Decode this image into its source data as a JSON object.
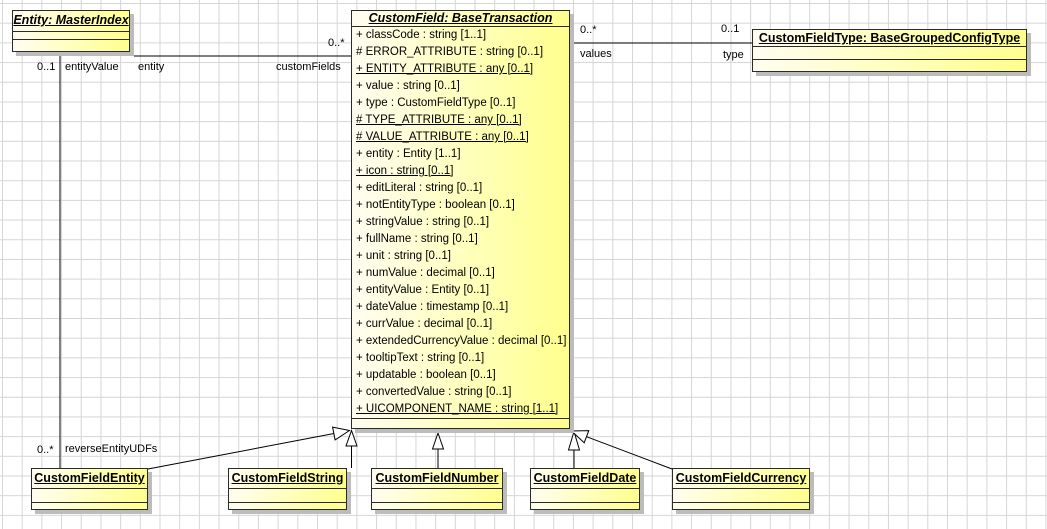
{
  "classes": {
    "entity": {
      "title": "Entity: MasterIndex"
    },
    "custom_field": {
      "title": "CustomField: BaseTransaction",
      "attributes": [
        {
          "text": "+ classCode : string [1..1]",
          "underline": false
        },
        {
          "text": "# ERROR_ATTRIBUTE : string [0..1]",
          "underline": false
        },
        {
          "text": "+ ENTITY_ATTRIBUTE : any [0..1]",
          "underline": true
        },
        {
          "text": "+ value : string [0..1]",
          "underline": false
        },
        {
          "text": "+ type : CustomFieldType [0..1]",
          "underline": false
        },
        {
          "text": "# TYPE_ATTRIBUTE : any [0..1]",
          "underline": true
        },
        {
          "text": "# VALUE_ATTRIBUTE : any [0..1]",
          "underline": true
        },
        {
          "text": "+ entity : Entity [1..1]",
          "underline": false
        },
        {
          "text": "+ icon : string [0..1]",
          "underline": true
        },
        {
          "text": "+ editLiteral : string [0..1]",
          "underline": false
        },
        {
          "text": "+ notEntityType : boolean [0..1]",
          "underline": false
        },
        {
          "text": "+ stringValue : string [0..1]",
          "underline": false
        },
        {
          "text": "+ fullName : string [0..1]",
          "underline": false
        },
        {
          "text": "+ unit : string [0..1]",
          "underline": false
        },
        {
          "text": "+ numValue : decimal [0..1]",
          "underline": false
        },
        {
          "text": "+ entityValue : Entity [0..1]",
          "underline": false
        },
        {
          "text": "+ dateValue : timestamp [0..1]",
          "underline": false
        },
        {
          "text": "+ currValue : decimal [0..1]",
          "underline": false
        },
        {
          "text": "+ extendedCurrencyValue : decimal [0..1]",
          "underline": false
        },
        {
          "text": "+ tooltipText : string [0..1]",
          "underline": false
        },
        {
          "text": "+ updatable : boolean [0..1]",
          "underline": false
        },
        {
          "text": "+ convertedValue : string [0..1]",
          "underline": false
        },
        {
          "text": "+ UICOMPONENT_NAME : string [1..1]",
          "underline": true
        }
      ]
    },
    "custom_field_type": {
      "title": "CustomFieldType: BaseGroupedConfigType"
    },
    "subclasses": [
      "CustomFieldEntity",
      "CustomFieldString",
      "CustomFieldNumber",
      "CustomFieldDate",
      "CustomFieldCurrency"
    ]
  },
  "associations": {
    "entity_to_customfield": {
      "role_source": "entity",
      "role_target": "customFields",
      "mult_target": "0..*"
    },
    "customfieldentity_to_entity": {
      "mult_target": "0..1",
      "role_target": "entityValue",
      "mult_source": "0..*",
      "role_source": "reverseEntityUDFs"
    },
    "customfield_to_type": {
      "mult_source": "0..*",
      "role_source": "values",
      "mult_target": "0..1",
      "role_target": "type"
    }
  },
  "colors": {
    "canvas": "#ffffff",
    "grid_line": "#d5d5d5",
    "box_border": "#2b2b2b",
    "fill_light": "#fffdf0",
    "fill_dark": "#ffff8e",
    "shadow": "#bcbcbc",
    "text": "#000000"
  }
}
